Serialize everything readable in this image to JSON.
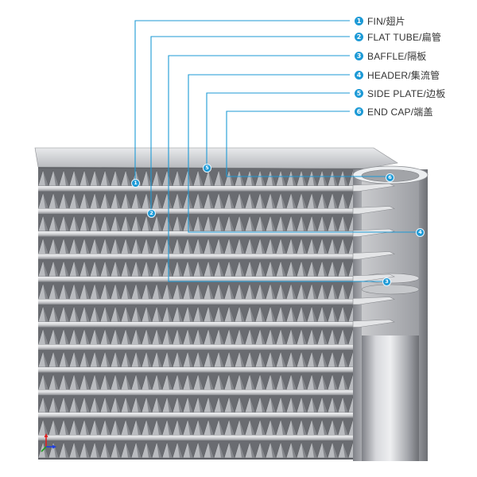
{
  "accent_color": "#1d9ad6",
  "legend": [
    {
      "num": "1",
      "label": "FIN/翅片"
    },
    {
      "num": "2",
      "label": "FLAT TUBE/扁管"
    },
    {
      "num": "3",
      "label": "BAFFLE/隔板"
    },
    {
      "num": "4",
      "label": "HEADER/集流管"
    },
    {
      "num": "5",
      "label": "SIDE PLATE/边板"
    },
    {
      "num": "6",
      "label": "END CAP/端盖"
    }
  ],
  "axis_icon": "xyz-axis-triad-icon"
}
